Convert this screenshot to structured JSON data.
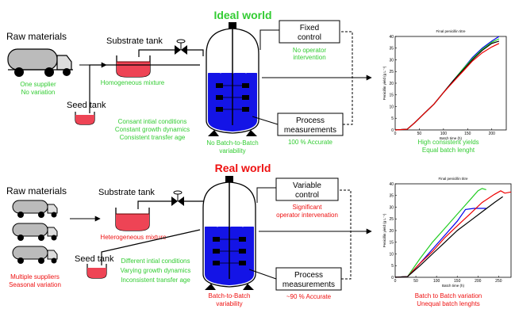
{
  "ideal": {
    "title": "Ideal world",
    "raw_materials": "Raw materials",
    "supplier_line1": "One supplier",
    "supplier_line2": "No variation",
    "substrate_tank": "Substrate tank",
    "substrate_note": "Homogeneous mixture",
    "seed_tank": "Seed tank",
    "seed_note1": "Consant intial conditions",
    "seed_note2": "Constant growth dynamics",
    "seed_note3": "Consistent transfer age",
    "control_line1": "Fixed",
    "control_line2": "control",
    "control_note1": "No operator",
    "control_note2": "intervention",
    "measure_line1": "Process",
    "measure_line2": "measurements",
    "measure_note": "100 % Accurate",
    "reactor_note1": "No Batch-to-Batch",
    "reactor_note2": "variability",
    "result_line1": "High consistent yields",
    "result_line2": "Equal batch lenght"
  },
  "real": {
    "title": "Real world",
    "raw_materials": "Raw materials",
    "supplier_line1": "Multiple suppliers",
    "supplier_line2": "Seasonal variation",
    "substrate_tank": "Substrate tank",
    "substrate_note": "Heterogeneous mixture",
    "seed_tank": "Seed tank",
    "seed_note1": "Different intial conditions",
    "seed_note2": "Varying growth dynamics",
    "seed_note3": "Inconsistent transfer age",
    "control_line1": "Variable",
    "control_line2": "control",
    "control_note1": "Significant",
    "control_note2": "operator intervenation",
    "measure_line1": "Process",
    "measure_line2": "measurements",
    "measure_note": "~90 % Accurate",
    "reactor_note1": "Batch-to-Batch",
    "reactor_note2": "variability",
    "result_line1": "Batch to Batch variation",
    "result_line2": "Unequal batch lenghts"
  },
  "colors": {
    "green": "#33cc33",
    "red": "#ee1111",
    "reactor_blue": "#1414e6",
    "liquid_red": "#ee4455"
  },
  "chart_data": [
    {
      "type": "line",
      "title": "Final penicillin titre",
      "xlabel": "Batch time (h)",
      "ylabel": "Penicillin yield (g L⁻¹)",
      "xlim": [
        0,
        230
      ],
      "ylim": [
        0,
        40
      ],
      "xticks": [
        "0",
        "50",
        "100",
        "150",
        "200"
      ],
      "yticks": [
        "0",
        "5",
        "10",
        "15",
        "20",
        "25",
        "30",
        "35",
        "40"
      ],
      "series": [
        {
          "color": "#0000ee",
          "x": [
            0,
            25,
            40,
            60,
            80,
            100,
            120,
            140,
            160,
            180,
            200,
            215
          ],
          "y": [
            0,
            0.3,
            3,
            7,
            11,
            16,
            21,
            26,
            31,
            35,
            38,
            40
          ]
        },
        {
          "color": "#22cc22",
          "x": [
            0,
            25,
            40,
            60,
            80,
            100,
            120,
            140,
            160,
            180,
            200,
            215
          ],
          "y": [
            0,
            0.3,
            3,
            7,
            11,
            16,
            21,
            26,
            30.5,
            34.5,
            37.5,
            39
          ]
        },
        {
          "color": "#000000",
          "x": [
            0,
            25,
            40,
            60,
            80,
            100,
            120,
            140,
            160,
            180,
            200,
            215
          ],
          "y": [
            0,
            0.3,
            3,
            7,
            11,
            16,
            21,
            25.5,
            30,
            34,
            37,
            38
          ]
        },
        {
          "color": "#ee0000",
          "x": [
            0,
            25,
            40,
            60,
            80,
            100,
            120,
            140,
            160,
            180,
            200,
            215
          ],
          "y": [
            0,
            0.3,
            3,
            7,
            11,
            16,
            20.5,
            25,
            29.5,
            33,
            35.5,
            37
          ]
        }
      ]
    },
    {
      "type": "line",
      "title": "Final penicillin titre",
      "xlabel": "Batch time (h)",
      "ylabel": "Penicillin yield (g L⁻¹)",
      "xlim": [
        0,
        280
      ],
      "ylim": [
        0,
        40
      ],
      "xticks": [
        "0",
        "50",
        "100",
        "150",
        "200",
        "250"
      ],
      "yticks": [
        "0",
        "5",
        "10",
        "15",
        "20",
        "25",
        "30",
        "35",
        "40"
      ],
      "series": [
        {
          "color": "#22cc22",
          "x": [
            0,
            30,
            60,
            90,
            120,
            150,
            180,
            200,
            210,
            220
          ],
          "y": [
            0,
            0.3,
            8,
            15,
            21,
            27,
            33,
            37,
            38,
            37.5
          ]
        },
        {
          "color": "#0000ee",
          "x": [
            0,
            30,
            60,
            90,
            120,
            150,
            170,
            190,
            220
          ],
          "y": [
            0,
            0.3,
            6,
            12,
            18,
            24,
            29,
            29.5,
            29.5
          ]
        },
        {
          "color": "#ee0000",
          "x": [
            0,
            30,
            60,
            90,
            120,
            150,
            180,
            210,
            240,
            255,
            265,
            280
          ],
          "y": [
            0,
            0.3,
            6,
            11,
            17,
            22,
            27,
            32,
            35.5,
            37,
            36,
            36.5
          ]
        },
        {
          "color": "#000000",
          "x": [
            0,
            30,
            60,
            90,
            120,
            150,
            180,
            210,
            240,
            260
          ],
          "y": [
            0,
            0.3,
            5,
            10,
            15,
            20,
            24,
            28,
            32,
            34.5
          ]
        }
      ]
    }
  ]
}
